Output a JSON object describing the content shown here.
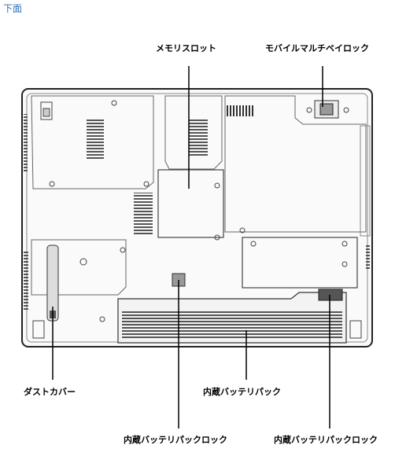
{
  "page": {
    "heading": "下面"
  },
  "callouts": {
    "memory_slot": "メモリスロット",
    "mobile_multibay_lock": "モバイルマルチベイロック",
    "dust_cover": "ダストカバー",
    "battery": "内蔵バッテリパック",
    "battery_lock_left": "内蔵バッテリパックロック",
    "battery_lock_right": "内蔵バッテリパックロック"
  }
}
